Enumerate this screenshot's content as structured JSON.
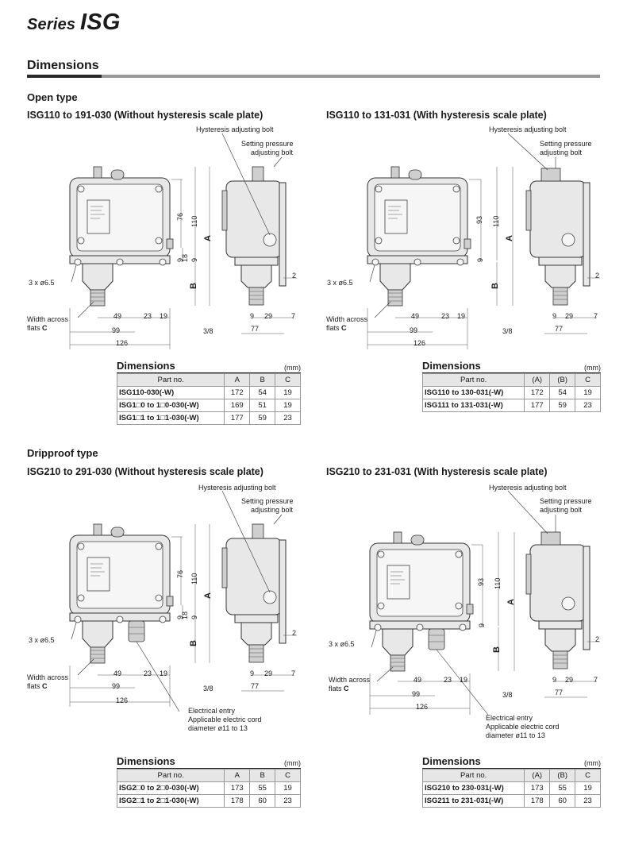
{
  "header": {
    "series_prefix": "Series",
    "series_name": "ISG"
  },
  "section": {
    "title": "Dimensions"
  },
  "open_type": {
    "title": "Open type",
    "left": {
      "subtitle": "ISG110 to 191-030 (Without hysteresis scale plate)"
    },
    "right": {
      "subtitle": "ISG110 to 131-031 (With hysteresis scale plate)"
    }
  },
  "dripproof_type": {
    "title": "Dripproof type",
    "left": {
      "subtitle": "ISG210 to 291-030 (Without hysteresis scale plate)"
    },
    "right": {
      "subtitle": "ISG210 to 231-031 (With hysteresis scale plate)"
    }
  },
  "labels": {
    "hysteresis_bolt": "Hysteresis adjusting bolt",
    "setting_bolt_1": "Setting pressure",
    "setting_bolt_2": "adjusting bolt",
    "holes": "3 x ø6.5",
    "width_across_1": "Width across",
    "width_across_2": "flats",
    "width_c": "C",
    "thread": "3/8",
    "electrical_1": "Electrical entry",
    "electrical_2": "Applicable electric cord",
    "electrical_3": "diameter ø11 to 13"
  },
  "dims_a": {
    "d76": "76",
    "d93": "93",
    "d110": "110",
    "a": "A",
    "b": "B",
    "d9": "9",
    "d18": "18",
    "d49": "49",
    "d23": "23",
    "d19": "19",
    "d99": "99",
    "d126": "126",
    "d29": "29",
    "d7": "7",
    "d77": "77",
    "d2": "2"
  },
  "tables": {
    "title": "Dimensions",
    "unit": "(mm)",
    "open_left": {
      "headers": [
        "Part no.",
        "A",
        "B",
        "C"
      ],
      "rows": [
        [
          "ISG110-030(-W)",
          "172",
          "54",
          "19"
        ],
        [
          "ISG1□0 to 1□0-030(-W)",
          "169",
          "51",
          "19"
        ],
        [
          "ISG1□1 to 1□1-030(-W)",
          "177",
          "59",
          "23"
        ]
      ]
    },
    "open_right": {
      "headers": [
        "Part no.",
        "(A)",
        "(B)",
        "C"
      ],
      "rows": [
        [
          "ISG110 to 130-031(-W)",
          "172",
          "54",
          "19"
        ],
        [
          "ISG111 to 131-031(-W)",
          "177",
          "59",
          "23"
        ]
      ]
    },
    "drip_left": {
      "headers": [
        "Part no.",
        "A",
        "B",
        "C"
      ],
      "rows": [
        [
          "ISG2□0 to 2□0-030(-W)",
          "173",
          "55",
          "19"
        ],
        [
          "ISG2□1 to 2□1-030(-W)",
          "178",
          "60",
          "23"
        ]
      ]
    },
    "drip_right": {
      "headers": [
        "Part no.",
        "(A)",
        "(B)",
        "C"
      ],
      "rows": [
        [
          "ISG210 to 230-031(-W)",
          "173",
          "55",
          "19"
        ],
        [
          "ISG211 to 231-031(-W)",
          "178",
          "60",
          "23"
        ]
      ]
    }
  }
}
